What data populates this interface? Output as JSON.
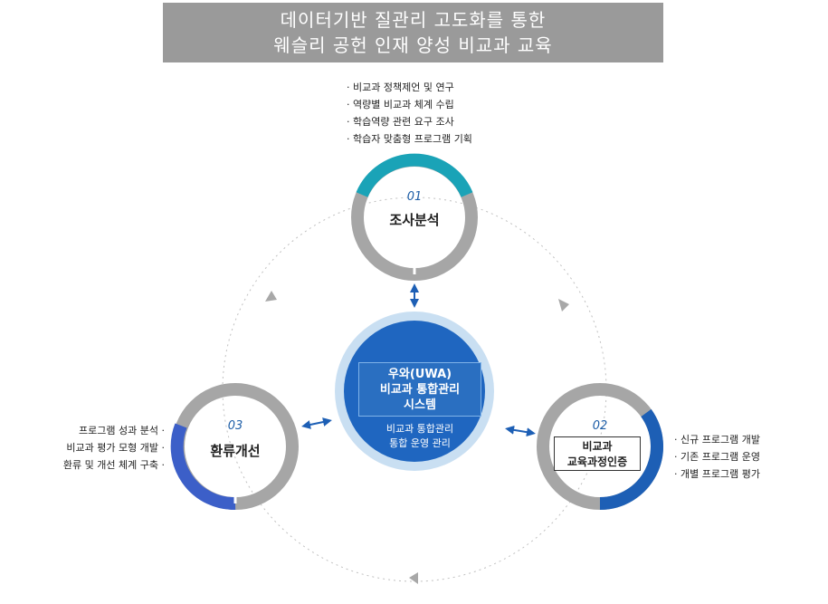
{
  "title": {
    "line1": "데이터기반 질관리 고도화를 통한",
    "line2": "웨슬리 공헌 인재 양성 비교과 교육"
  },
  "node1": {
    "number": "01",
    "label": "조사분석",
    "bullets": [
      "비교과 정책제언 및 연구",
      "역량별 비교과 체계 수립",
      "학습역량 관련 요구 조사",
      "학습자 맞춤형 프로그램 기획"
    ]
  },
  "node2": {
    "number": "02",
    "label_line1": "비교과",
    "label_line2": "교육과정인증",
    "bullets": [
      "신규 프로그램 개발",
      "기존 프로그램 운영",
      "개별 프로그램 평가"
    ]
  },
  "node3": {
    "number": "03",
    "label": "환류개선",
    "bullets": [
      "프로그램 성과 분석",
      "비교과 평가 모형 개발",
      "환류 및 개선 체계 구축"
    ]
  },
  "hub": {
    "line1": "우와(UWA)",
    "line2": "비교과 통합관리",
    "line3": "시스템",
    "sub1": "비교과 통합관리",
    "sub2": "통합 운영 관리"
  },
  "colors": {
    "teal": "#1aa3b7",
    "blue_dark": "#1d5fb5",
    "blue_indigo": "#3c5fc8",
    "gray_ring": "#a6a6a6",
    "hub_fill": "#1f66c0",
    "title_bg": "#9a9a9a"
  }
}
